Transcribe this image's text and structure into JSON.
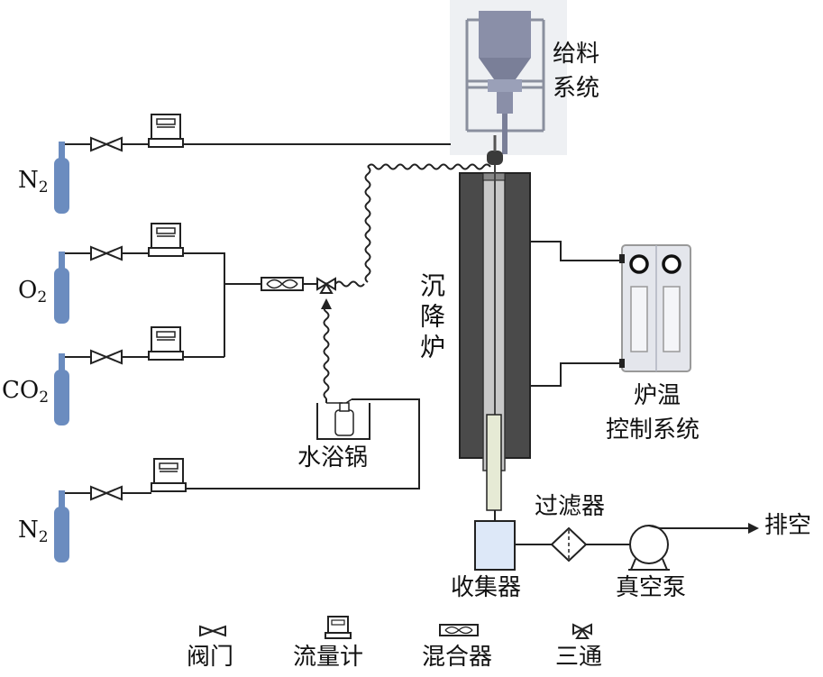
{
  "gases": {
    "n2_top": {
      "main": "N",
      "sub": "2"
    },
    "o2": {
      "main": "O",
      "sub": "2"
    },
    "co2": {
      "main": "CO",
      "sub": "2"
    },
    "n2_bottom": {
      "main": "N",
      "sub": "2"
    }
  },
  "labels": {
    "feed_system_1": "给料",
    "feed_system_2": "系统",
    "furnace": "沉降炉",
    "temp_control_1": "炉温",
    "temp_control_2": "控制系统",
    "water_bath": "水浴锅",
    "filter": "过滤器",
    "exhaust": "排空",
    "collector": "收集器",
    "vacuum_pump": "真空泵"
  },
  "legend": {
    "valve": "阀门",
    "flowmeter": "流量计",
    "mixer": "混合器",
    "three_way": "三通"
  },
  "colors": {
    "cylinder": "#6b8cbf",
    "furnace_outer": "#4a4a4a",
    "furnace_tube": "#c8c8c8",
    "hopper": "#8a8fa8",
    "feed_bg": "#eef0f3",
    "control_panel": "#e4e6ec",
    "collector": "#dde8f8",
    "probe": "#e6ead5",
    "line": "#222222"
  }
}
